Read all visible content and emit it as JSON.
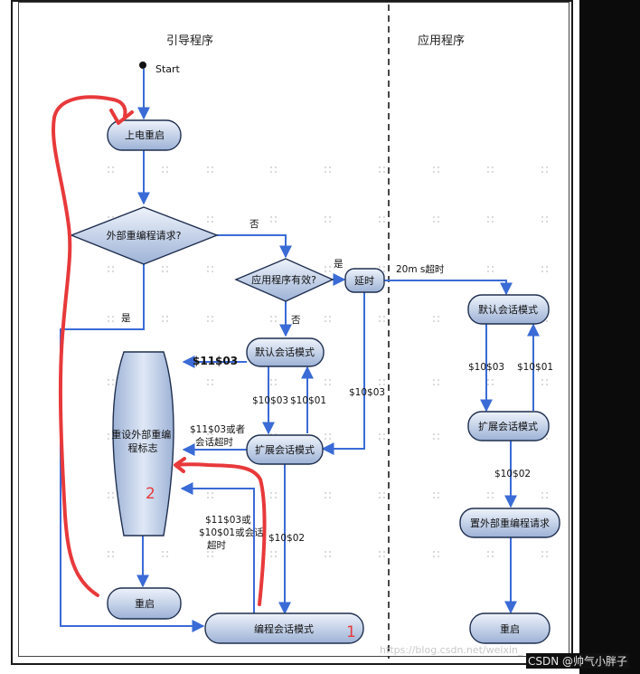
{
  "lanes": {
    "boot": "引导程序",
    "app": "应用程序"
  },
  "start": "Start",
  "nodes": {
    "power_on_reset": "上电重启",
    "external_reprog_request": "外部重编程请求?",
    "app_valid": "应用程序有效?",
    "delay": "延时",
    "default_session_boot": "默认会话模式",
    "extended_session_boot": "扩展会话模式",
    "reset_reprog_flag": "重设外部重编程标志",
    "reset_boot": "重启",
    "programming_session": "编程会话模式",
    "default_session_app": "默认会话模式",
    "extended_session_app": "扩展会话模式",
    "set_reprog_request": "置外部重编程请求",
    "reset_app": "重启"
  },
  "edges": {
    "no_1": "否",
    "yes_1": "是",
    "yes_2": "是",
    "no_2": "否",
    "timeout_20ms": "20m s超时",
    "s11_03": "$11$03",
    "s11_03_or_timeout_l1": "$11$03或者",
    "s11_03_or_timeout_l2": "会话超时",
    "s10_03_boot": "$10$03",
    "s10_01_boot": "$10$01",
    "s10_03_delay": "$10$03",
    "s10_02_boot": "$10$02",
    "s11_03_or_10_01_l1": "$11$03或",
    "s11_03_or_10_01_l2": "$10$01或会话",
    "s11_03_or_10_01_l3": "超时",
    "s10_03_app": "$10$03",
    "s10_01_app": "$10$01",
    "s10_02_app": "$10$02"
  },
  "annotations": {
    "num1": "1",
    "num2": "2"
  },
  "watermark": "https://blog.csdn.net/weixin_",
  "credit": "CSDN @帅气小胖子",
  "colors": {
    "arrow": "#3a6bd6",
    "node_fill_top": "#e6edf8",
    "node_fill_bottom": "#9fb3d6",
    "node_stroke": "#1f2f4f",
    "annotation": "#e8393b",
    "lane_divider": "#1a1a1a"
  }
}
